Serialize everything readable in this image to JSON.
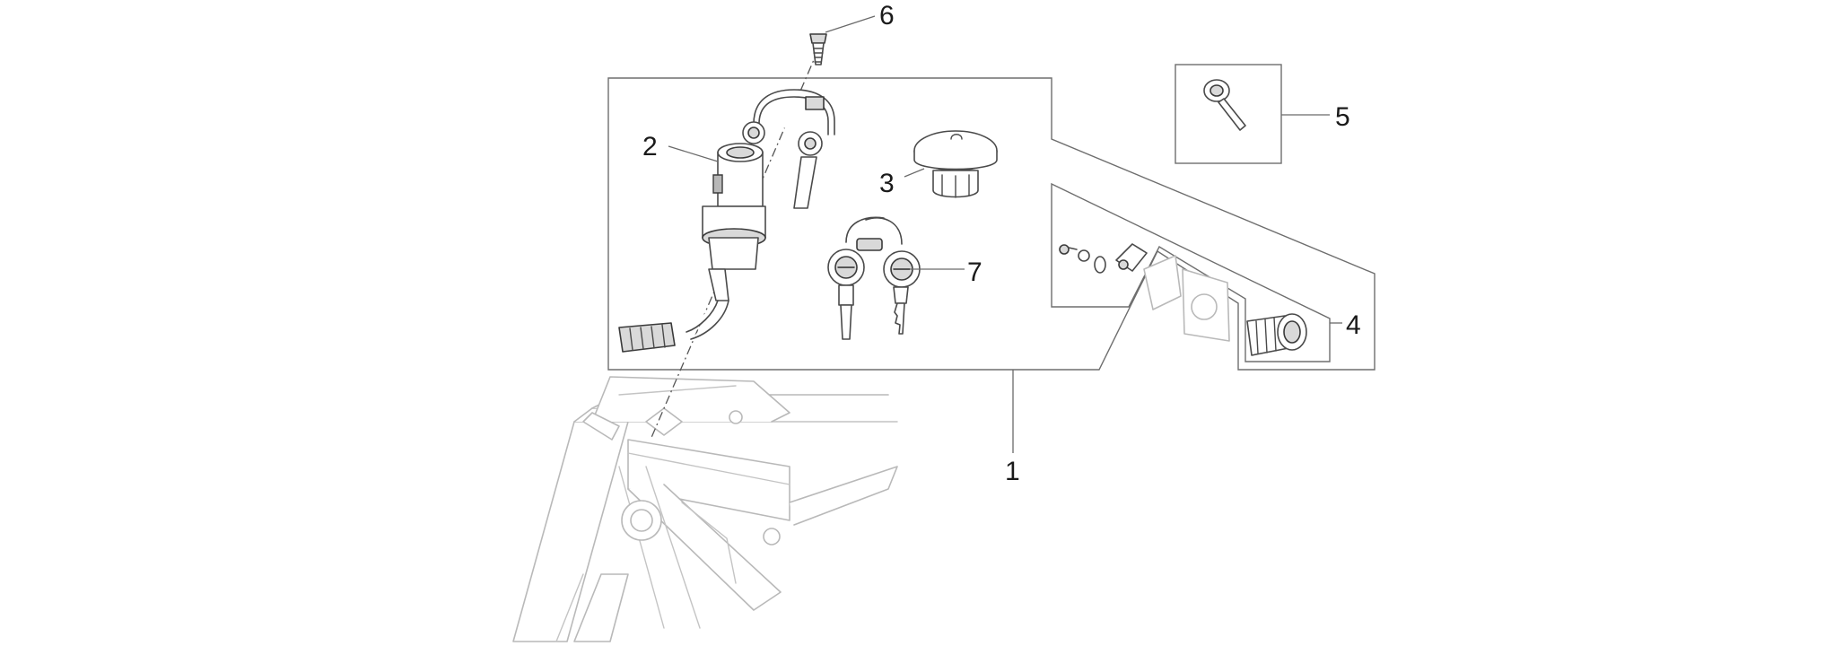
{
  "callouts": {
    "c1": "1",
    "c2": "2",
    "c3": "3",
    "c4": "4",
    "c5": "5",
    "c6": "6",
    "c7": "7"
  },
  "colors": {
    "line": "#6e6e6e",
    "part": "#4a4a4a",
    "frame": "#b9b9b9",
    "text": "#1a1a1a"
  }
}
